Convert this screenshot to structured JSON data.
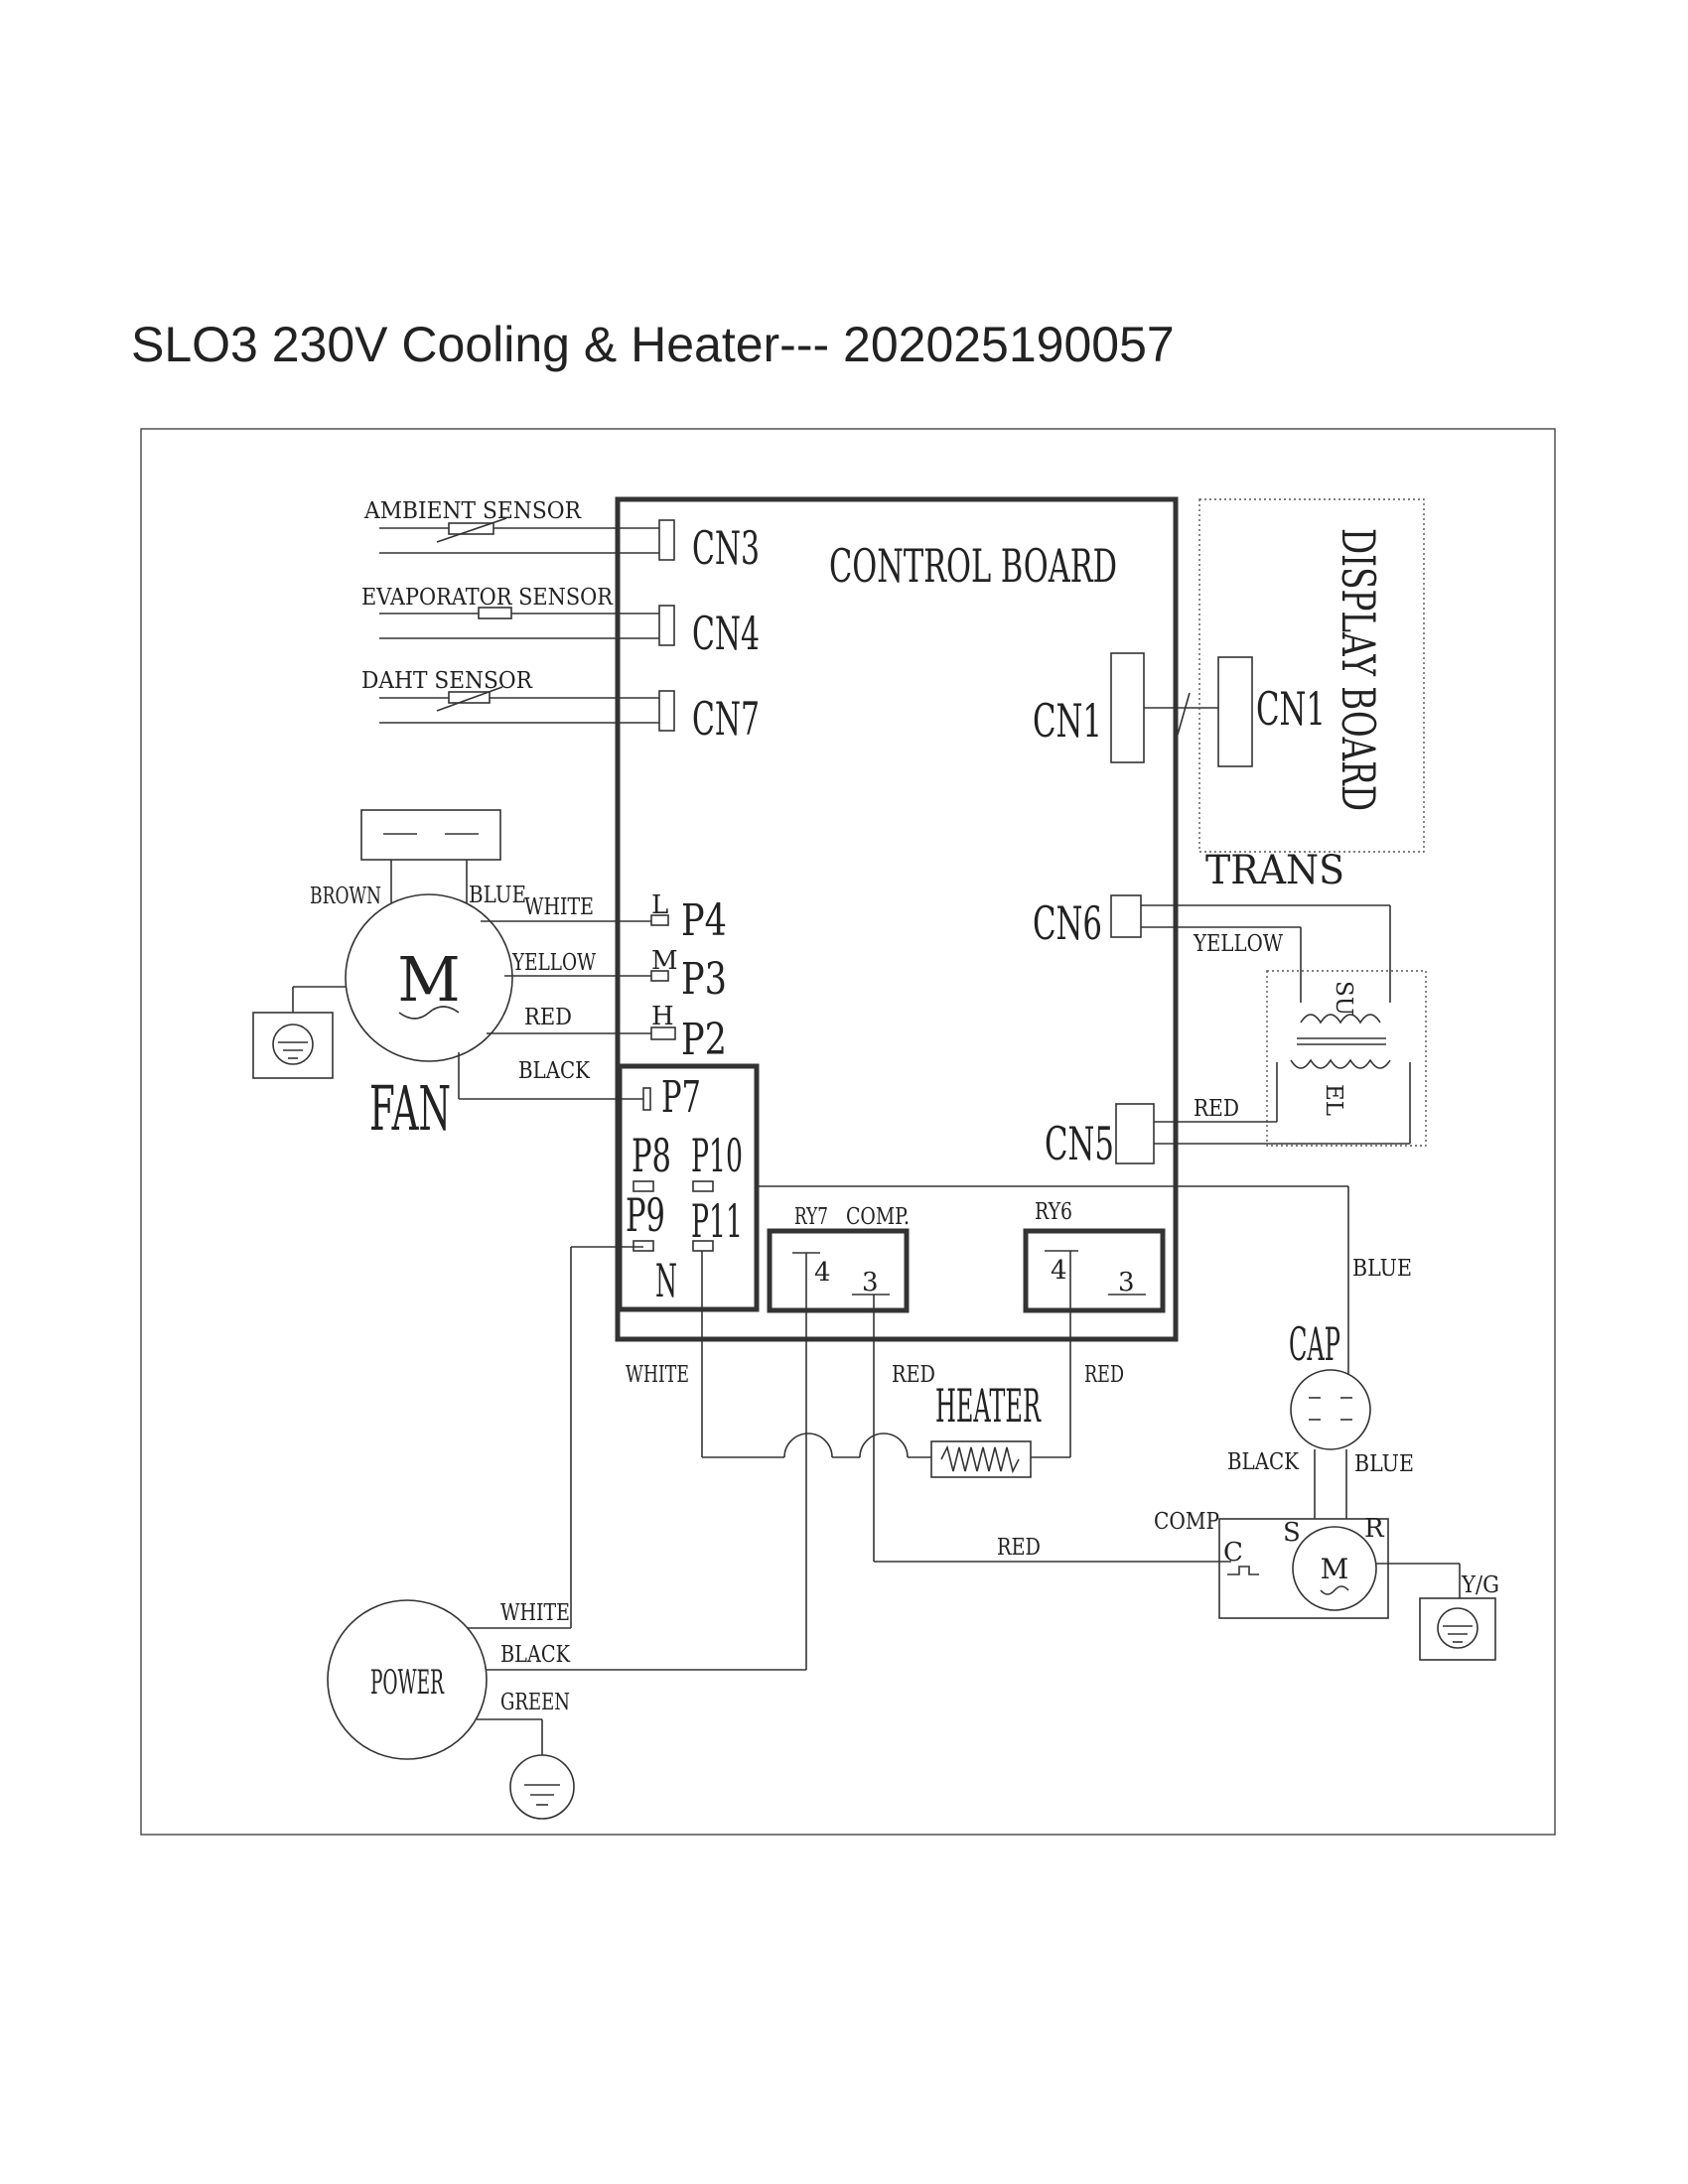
{
  "title": "SLO3 230V Cooling & Heater--- 202025190057",
  "control_board": {
    "label": "CONTROL BOARD",
    "connectors": {
      "cn3": "CN3",
      "cn4": "CN4",
      "cn7": "CN7",
      "cn1": "CN1",
      "cn6": "CN6",
      "cn5": "CN5"
    },
    "pins": {
      "p4": "P4",
      "p3": "P3",
      "p2": "P2",
      "p7": "P7",
      "p8": "P8",
      "p10": "P10",
      "p9": "P9",
      "p11": "P11"
    },
    "pin_letters": {
      "l": "L",
      "m": "M",
      "h": "H",
      "n": "N"
    },
    "relays": {
      "ry7": "RY7",
      "comp": "COMP.",
      "ry6": "RY6",
      "ry7_t1": "4",
      "ry7_t2": "3",
      "ry6_t1": "4",
      "ry6_t2": "3"
    }
  },
  "sensors": {
    "ambient": "AMBIENT SENSOR",
    "evaporator": "EVAPORATOR SENSOR",
    "daht": "DAHT SENSOR"
  },
  "display_board": {
    "label": "DISPLAY BOARD",
    "connector": "CN1"
  },
  "transformer": {
    "label": "TRANS",
    "primary": "SU",
    "secondary": "EL"
  },
  "fan": {
    "label": "FAN",
    "symbol": "M"
  },
  "heater": {
    "label": "HEATER"
  },
  "capacitor": {
    "label": "CAP"
  },
  "compressor": {
    "label": "COMP",
    "c": "C",
    "s": "S",
    "r": "R",
    "symbol": "M"
  },
  "power": {
    "label": "POWER"
  },
  "wires": {
    "brown": "BROWN",
    "blue_fan": "BLUE",
    "white_fan": "WHITE",
    "yellow_fan": "YELLOW",
    "red_fan": "RED",
    "black_fan": "BLACK",
    "yellow_trans": "YELLOW",
    "red_trans": "RED",
    "blue_main": "BLUE",
    "white_heater": "WHITE",
    "red_comp": "RED",
    "red_heater": "RED",
    "black_cap": "BLACK",
    "blue_cap": "BLUE",
    "red_comp_c": "RED",
    "yg": "Y/G",
    "white_power": "WHITE",
    "black_power": "BLACK",
    "green_power": "GREEN"
  }
}
